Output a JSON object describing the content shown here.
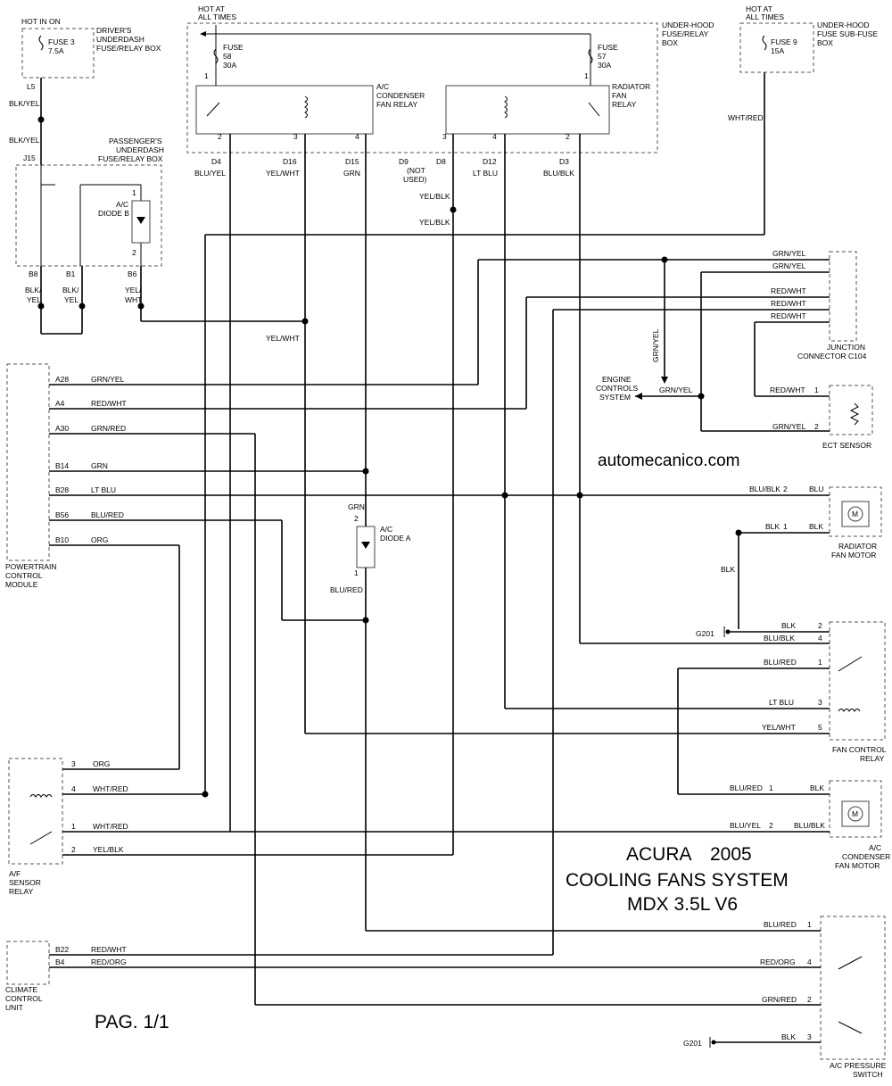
{
  "title": {
    "line1_make": "ACURA",
    "line1_year": "2005",
    "line2": "COOLING FANS SYSTEM",
    "line3": "MDX 3.5L V6"
  },
  "watermark": "automecanico.com",
  "page_label": "PAG. 1/1",
  "components": {
    "hot_in_on": "HOT IN ON",
    "hot_at_all_times": [
      "HOT AT",
      "ALL TIMES"
    ],
    "drivers_box": [
      "DRIVER'S",
      "UNDERDASH",
      "FUSE/RELAY BOX"
    ],
    "fuse3": [
      "FUSE 3",
      "7.5A"
    ],
    "under_hood_box": [
      "UNDER-HOOD",
      "FUSE/RELAY",
      "BOX"
    ],
    "fuse58": [
      "FUSE",
      "58",
      "30A"
    ],
    "fuse57": [
      "FUSE",
      "57",
      "30A"
    ],
    "under_hood_sub": [
      "UNDER-HOOD",
      "FUSE SUB-FUSE",
      "BOX"
    ],
    "fuse9": [
      "FUSE 9",
      "15A"
    ],
    "ac_cond_relay": [
      "A/C",
      "CONDENSER",
      "FAN RELAY"
    ],
    "rad_relay": [
      "RADIATOR",
      "FAN",
      "RELAY"
    ],
    "passengers_box": [
      "PASSENGER'S",
      "UNDERDASH",
      "FUSE/RELAY BOX"
    ],
    "ac_diode_b": [
      "A/C",
      "DIODE B"
    ],
    "ac_diode_a": [
      "A/C",
      "DIODE A"
    ],
    "pcm": [
      "POWERTRAIN",
      "CONTROL",
      "MODULE"
    ],
    "junction": [
      "JUNCTION",
      "CONNECTOR C104"
    ],
    "ecs": [
      "ENGINE",
      "CONTROLS",
      "SYSTEM"
    ],
    "ect": "ECT SENSOR",
    "rad_motor": [
      "RADIATOR",
      "FAN MOTOR"
    ],
    "fan_control_relay": [
      "FAN CONTROL",
      "RELAY"
    ],
    "ac_cond_motor": [
      "A/C",
      "CONDENSER",
      "FAN MOTOR"
    ],
    "af_relay": [
      "A/F",
      "SENSOR",
      "RELAY"
    ],
    "climate": [
      "CLIMATE",
      "CONTROL",
      "UNIT"
    ],
    "pressure_switch": [
      "A/C PRESSURE",
      "SWITCH"
    ],
    "not_used": [
      "(NOT",
      "USED)"
    ]
  },
  "connectors": {
    "L5": "L5",
    "J15": "J15",
    "B8": "B8",
    "B1": "B1",
    "B6": "B6",
    "D4": "D4",
    "D16": "D16",
    "D15": "D15",
    "D9": "D9",
    "D8": "D8",
    "D12": "D12",
    "D3": "D3",
    "A28": "A28",
    "A4": "A4",
    "A30": "A30",
    "B14": "B14",
    "B28": "B28",
    "B56": "B56",
    "B10": "B10",
    "B22": "B22",
    "B4": "B4",
    "G201": "G201"
  },
  "pins": {
    "1": "1",
    "2": "2",
    "3": "3",
    "4": "4",
    "5": "5"
  },
  "wires": {
    "BLK_YEL": "BLK/YEL",
    "BLK_YEL_A": "BLK/",
    "BLK_YEL_B": "YEL",
    "YEL_WHT_A": "YEL/",
    "YEL_WHT_B": "WHT",
    "YEL_WHT": "YEL/WHT",
    "GRN": "GRN",
    "LT_BLU": "LT BLU",
    "BLU_BLK": "BLU/BLK",
    "YEL_BLK": "YEL/BLK",
    "BLU_YEL": "BLU/YEL",
    "WHT_RED": "WHT/RED",
    "GRN_YEL": "GRN/YEL",
    "RED_WHT": "RED/WHT",
    "GRN_RED": "GRN/RED",
    "BLU_RED": "BLU/RED",
    "ORG": "ORG",
    "BLK": "BLK",
    "BLU": "BLU",
    "RED_ORG": "RED/ORG"
  }
}
